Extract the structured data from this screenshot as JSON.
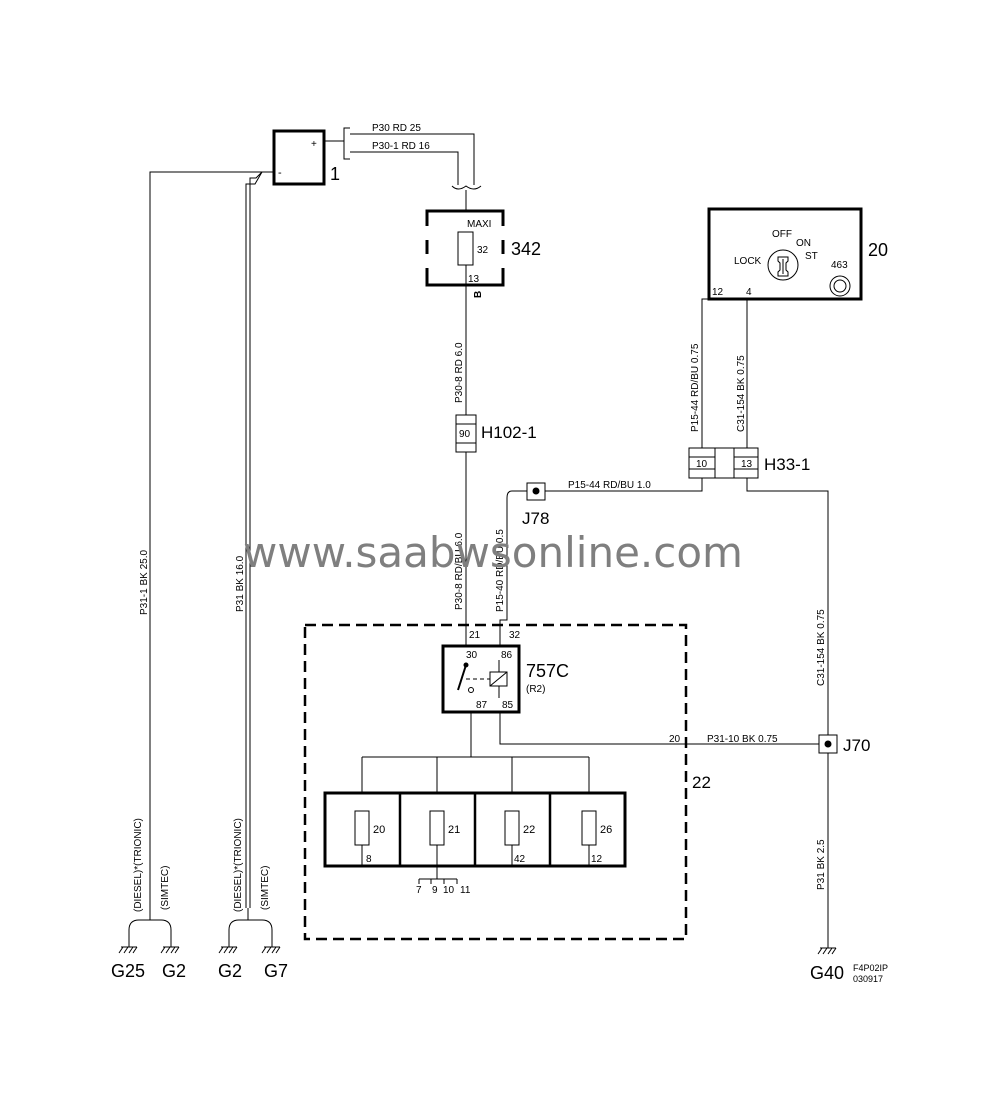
{
  "components": {
    "battery": {
      "id": "1",
      "plus": "+",
      "minus": "-"
    },
    "maxi_fuse": {
      "id": "342",
      "label": "MAXI",
      "fuse": "32",
      "pin_out": "13",
      "marker": "B"
    },
    "ignition_switch": {
      "id": "20",
      "off": "OFF",
      "on": "ON",
      "st": "ST",
      "lock": "LOCK",
      "code": "463",
      "pin_12": "12",
      "pin_4": "4"
    },
    "h102": {
      "id": "H102-1",
      "pin": "90"
    },
    "h33": {
      "id": "H33-1",
      "pin_a": "10",
      "pin_b": "13"
    },
    "j78": {
      "id": "J78"
    },
    "j70": {
      "id": "J70"
    },
    "relay": {
      "id": "757C",
      "sub": "(R2)",
      "p30": "30",
      "p86": "86",
      "p87": "87",
      "p85": "85"
    },
    "box22": {
      "id": "22",
      "pin_21": "21",
      "pin_32": "32",
      "pin_20": "20"
    },
    "fuses": [
      {
        "num": "20",
        "pin": "8"
      },
      {
        "num": "21",
        "pin": ""
      },
      {
        "num": "22",
        "pin": "42"
      },
      {
        "num": "26",
        "pin": "12"
      }
    ],
    "fuse21_pins": [
      "7",
      "9",
      "10",
      "11"
    ]
  },
  "wires": {
    "p30": "P30 RD 25",
    "p30_1": "P30-1 RD 16",
    "p30_8_top": "P30-8  RD  6.0",
    "p30_8_bottom": "P30-8  RD/BU  6.0",
    "p15_44_vertical": "P15-44 RD/BU 0.75",
    "c31_154_top": "C31-154 BK 0.75",
    "p15_44_horizontal": "P15-44 RD/BU 1.0",
    "p15_40": "P15-40  RD/BU  0.5",
    "c31_154_right": "C31-154  BK  0.75",
    "p31_10": "P31-10  BK  0.75",
    "p31_right": "P31  BK  2.5",
    "p31_1": "P31-1 BK 25.0",
    "p31_left": "P31 BK 16.0"
  },
  "grounds": {
    "diesel_trionic": "(DIESEL)*(TRIONIC)",
    "simtec": "(SIMTEC)",
    "g25": "G25",
    "g2a": "G2",
    "g2b": "G2",
    "g7": "G7",
    "g40": "G40"
  },
  "footer": {
    "ref": "F4P02IP",
    "date": "030917"
  },
  "watermark": "www.saabwsonline.com"
}
